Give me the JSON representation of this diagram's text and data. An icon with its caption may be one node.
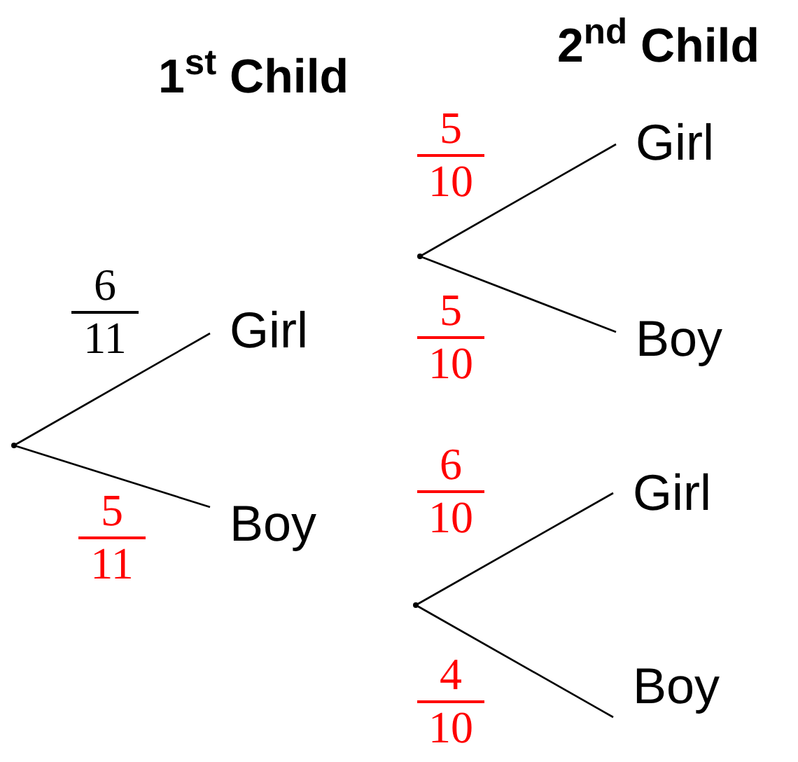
{
  "diagram": {
    "nodes": [
      {
        "text": [],
        "shape": "point"
      },
      {
        "text": [
          "Girl"
        ]
      },
      {
        "text": [
          "Boy"
        ]
      },
      {
        "text": [],
        "shape": "point"
      },
      {
        "text": [],
        "shape": "point"
      },
      {
        "text": [
          "Girl"
        ]
      },
      {
        "text": [
          "Boy"
        ]
      },
      {
        "text": [
          "Girl"
        ]
      },
      {
        "text": [
          "Boy"
        ]
      }
    ],
    "edges": [
      {
        "from": 0,
        "to": 1,
        "arrow": "none",
        "label": "6 11"
      },
      {
        "from": 0,
        "to": 2,
        "arrow": "none",
        "label": "5 11"
      },
      {
        "from": 3,
        "to": 5,
        "arrow": "none",
        "label": "5 10"
      },
      {
        "from": 3,
        "to": 6,
        "arrow": "none",
        "label": "5 10"
      },
      {
        "from": 4,
        "to": 7,
        "arrow": "none",
        "label": "6 10"
      },
      {
        "from": 4,
        "to": 8,
        "arrow": "none",
        "label": "4 10"
      }
    ],
    "labels": [
      "1$^{st}$ Child",
      "2$^{nd}$ Child"
    ]
  }
}
